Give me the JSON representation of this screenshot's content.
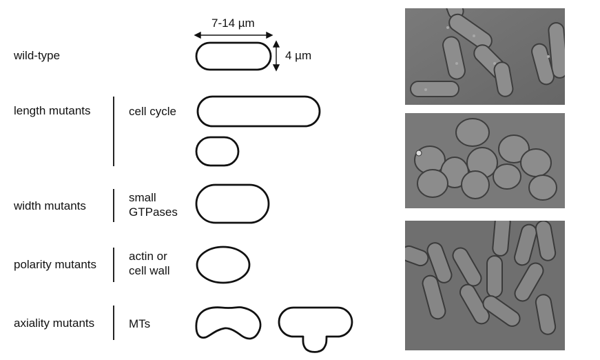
{
  "dimensions": {
    "length_label": "7-14 µm",
    "width_label": "4 µm"
  },
  "rows": [
    {
      "name": "wild-type",
      "sub_lines": []
    },
    {
      "name": "length mutants",
      "sub_lines": [
        "cell cycle"
      ]
    },
    {
      "name": "width mutants",
      "sub_lines": [
        "small",
        "GTPases"
      ]
    },
    {
      "name": "polarity mutants",
      "sub_lines": [
        "actin or",
        "cell wall"
      ]
    },
    {
      "name": "axiality mutants",
      "sub_lines": [
        "MTs"
      ]
    }
  ],
  "micrographs": [
    {
      "description_name": "rod-shaped-cells-micrograph"
    },
    {
      "description_name": "round-cells-micrograph"
    },
    {
      "description_name": "curved-cells-micrograph"
    }
  ],
  "colors": {
    "outline": "#111111",
    "micrograph_background": "#6f6f6f"
  }
}
